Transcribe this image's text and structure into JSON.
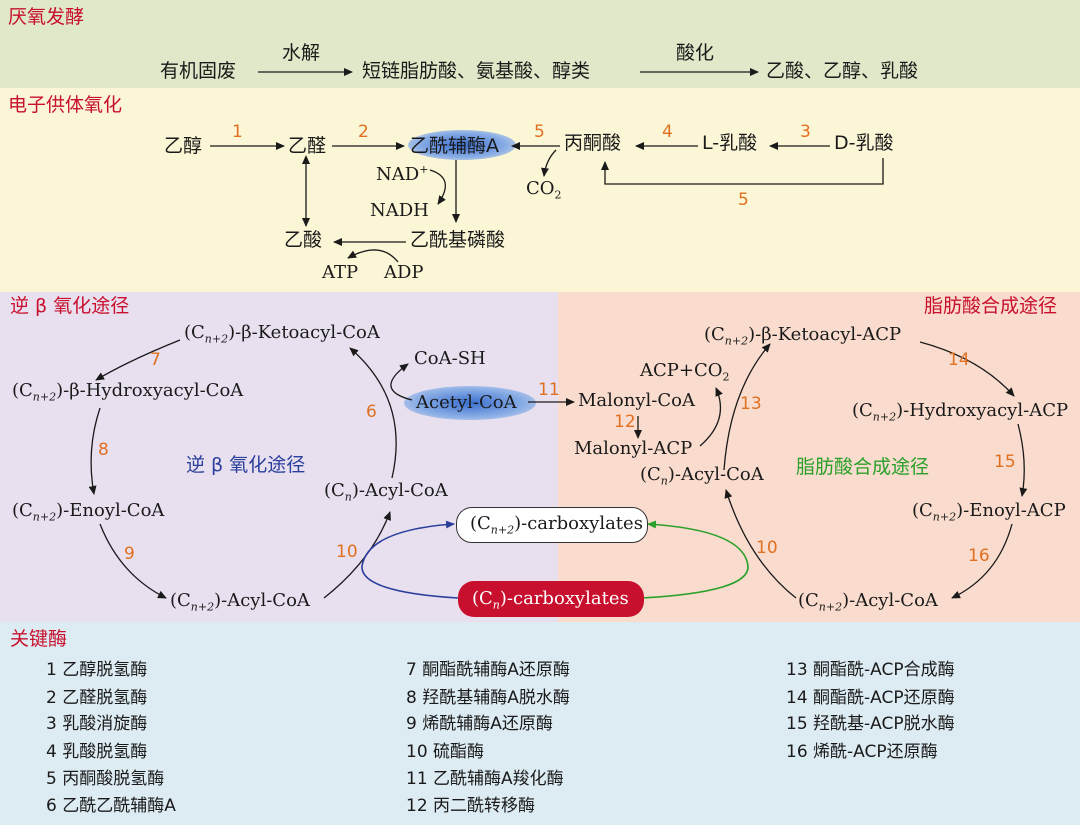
{
  "sections": {
    "anaerobic": "厌氧发酵",
    "electron_donor": "电子供体氧化",
    "reverse_beta": "逆 β 氧化途径",
    "fatty_acid": "脂肪酸合成途径",
    "key_enzymes": "关键酶"
  },
  "anaerobic_row": {
    "waste": "有机固废",
    "hydrolysis": "水解",
    "products1": "短链脂肪酸、氨基酸、醇类",
    "acidification": "酸化",
    "products2": "乙酸、乙醇、乳酸"
  },
  "oxidation": {
    "ethanol": "乙醇",
    "acetaldehyde": "乙醛",
    "acetyl_coa": "乙酰辅酶A",
    "pyruvate": "丙酮酸",
    "l_lactate": "L-乳酸",
    "d_lactate": "D-乳酸",
    "nad": "NAD",
    "nad_sup": "+",
    "nadh": "NADH",
    "co2": "CO",
    "co2_sub": "2",
    "acetyl_phosphate": "乙酰基磷酸",
    "acetate": "乙酸",
    "atp": "ATP",
    "adp": "ADP",
    "step1": "1",
    "step2": "2",
    "step3": "3",
    "step4": "4",
    "step5a": "5",
    "step5b": "5"
  },
  "reverse_cycle": {
    "ketoacyl_coa": "-β-Ketoacyl-CoA",
    "hydroxyacyl_coa": "-β-Hydroxyacyl-CoA",
    "enoyl_coa": "-Enoyl-CoA",
    "acyl_coa_n2": "-Acyl-CoA",
    "acyl_coa_n": "-Acyl-CoA",
    "coa_sh": "CoA-SH",
    "acetyl_coa": "Acetyl-CoA",
    "center_label": "逆 β 氧化途径",
    "step6": "6",
    "step7": "7",
    "step8": "8",
    "step9": "9",
    "step10": "10",
    "step11": "11"
  },
  "fatty_cycle": {
    "malonyl_coa": "Malonyl-CoA",
    "malonyl_acp": "Malonyl-ACP",
    "acp_co2": "ACP+CO",
    "acp_co2_sub": "2",
    "ketoacyl_acp": "-β-Ketoacyl-ACP",
    "hydroxyacyl_acp": "-Hydroxyacyl-ACP",
    "enoyl_acp": "-Enoyl-ACP",
    "acyl_coa_n2": "-Acyl-CoA",
    "acyl_coa_n": "-Acyl-CoA",
    "center_label": "脂肪酸合成途径",
    "step10": "10",
    "step12": "12",
    "step13": "13",
    "step14": "14",
    "step15": "15",
    "step16": "16"
  },
  "carboxylates": {
    "cn2": "-carboxylates",
    "cn": "-carboxylates"
  },
  "subscript": {
    "cn2_base": "(C",
    "cn2_sub": "n+2",
    "cn_sub": "n",
    "close": ")"
  },
  "enzymes": [
    "1 乙醇脱氢酶",
    "2 乙醛脱氢酶",
    "3 乳酸消旋酶",
    "4 乳酸脱氢酶",
    "5 丙酮酸脱氢酶",
    "6 乙酰乙酰辅酶A",
    "7 酮酯酰辅酶A还原酶",
    "8 羟酰基辅酶A脱水酶",
    "9 烯酰辅酶A还原酶",
    "10 硫酯酶",
    "11 乙酰辅酶A羧化酶",
    "12 丙二酰转移酶",
    "13 酮酯酰-ACP合成酶",
    "14 酮酯酰-ACP还原酶",
    "15 羟酰基-ACP脱水酶",
    "16 烯酰-ACP还原酶"
  ],
  "colors": {
    "band_anaerobic": "#dfe8c8",
    "band_oxidation": "#fbf6d6",
    "band_reverse": "#e8e0ef",
    "band_fatty": "#f9dccd",
    "band_enzymes": "#ddebf3",
    "section_red": "#c8102e",
    "step_orange": "#e07020",
    "reverse_blue": "#2a3f9c",
    "fatty_green": "#2aa02a",
    "pill_red": "#c8102e"
  }
}
